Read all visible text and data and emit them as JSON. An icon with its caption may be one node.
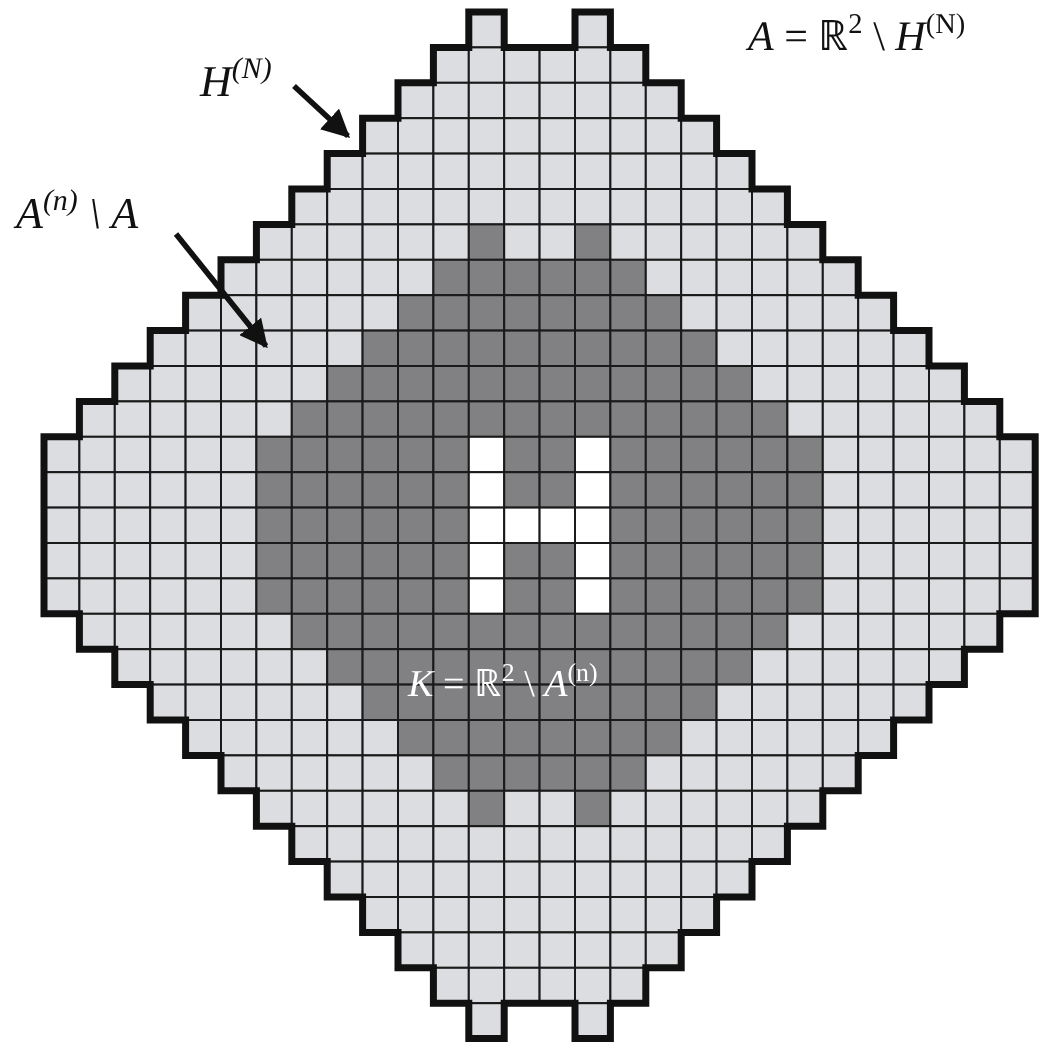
{
  "diagram": {
    "nodes": [
      {
        "text": [
          "H$^{(N)}$"
        ]
      },
      {
        "text": [
          "A$^{(n)}$ \\ A"
        ]
      }
    ],
    "edges": [
      {
        "from": 0,
        "to": null,
        "arrow": "to"
      },
      {
        "from": 1,
        "to": null,
        "arrow": "to"
      }
    ],
    "labels": [
      "*A* = ℝ$^{2}$ \\ *H*$^{(N)}$",
      "*K* = ℝ$^{2}$ \\ *A*$^{(n)}$"
    ]
  }
}
